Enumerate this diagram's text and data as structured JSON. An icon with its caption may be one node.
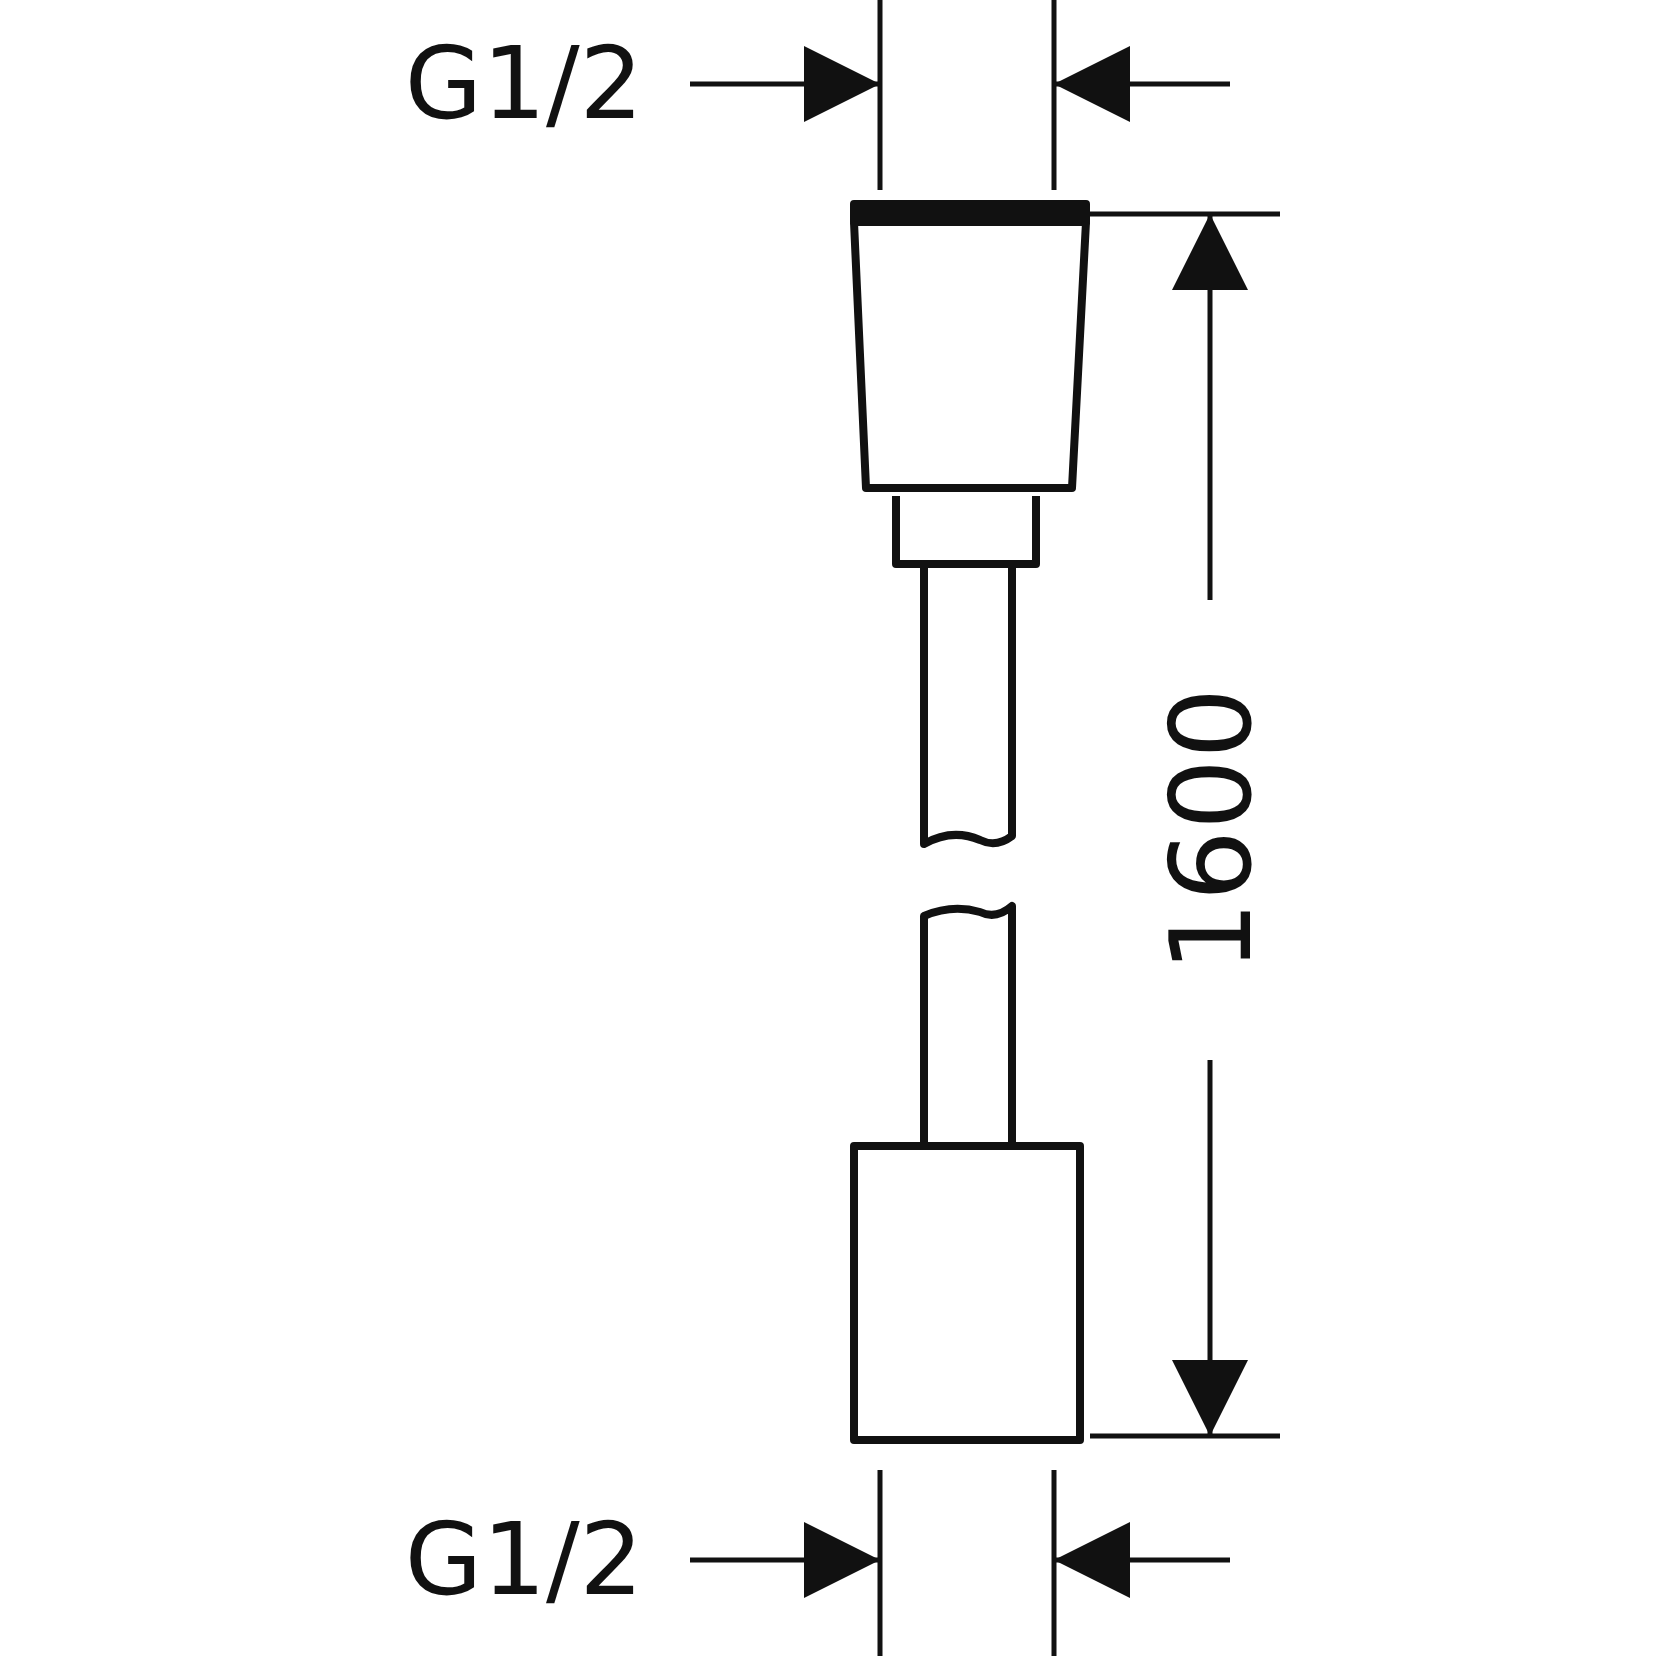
{
  "diagram": {
    "labels": [
      "G1/2",
      "1600",
      "G1/2"
    ]
  }
}
